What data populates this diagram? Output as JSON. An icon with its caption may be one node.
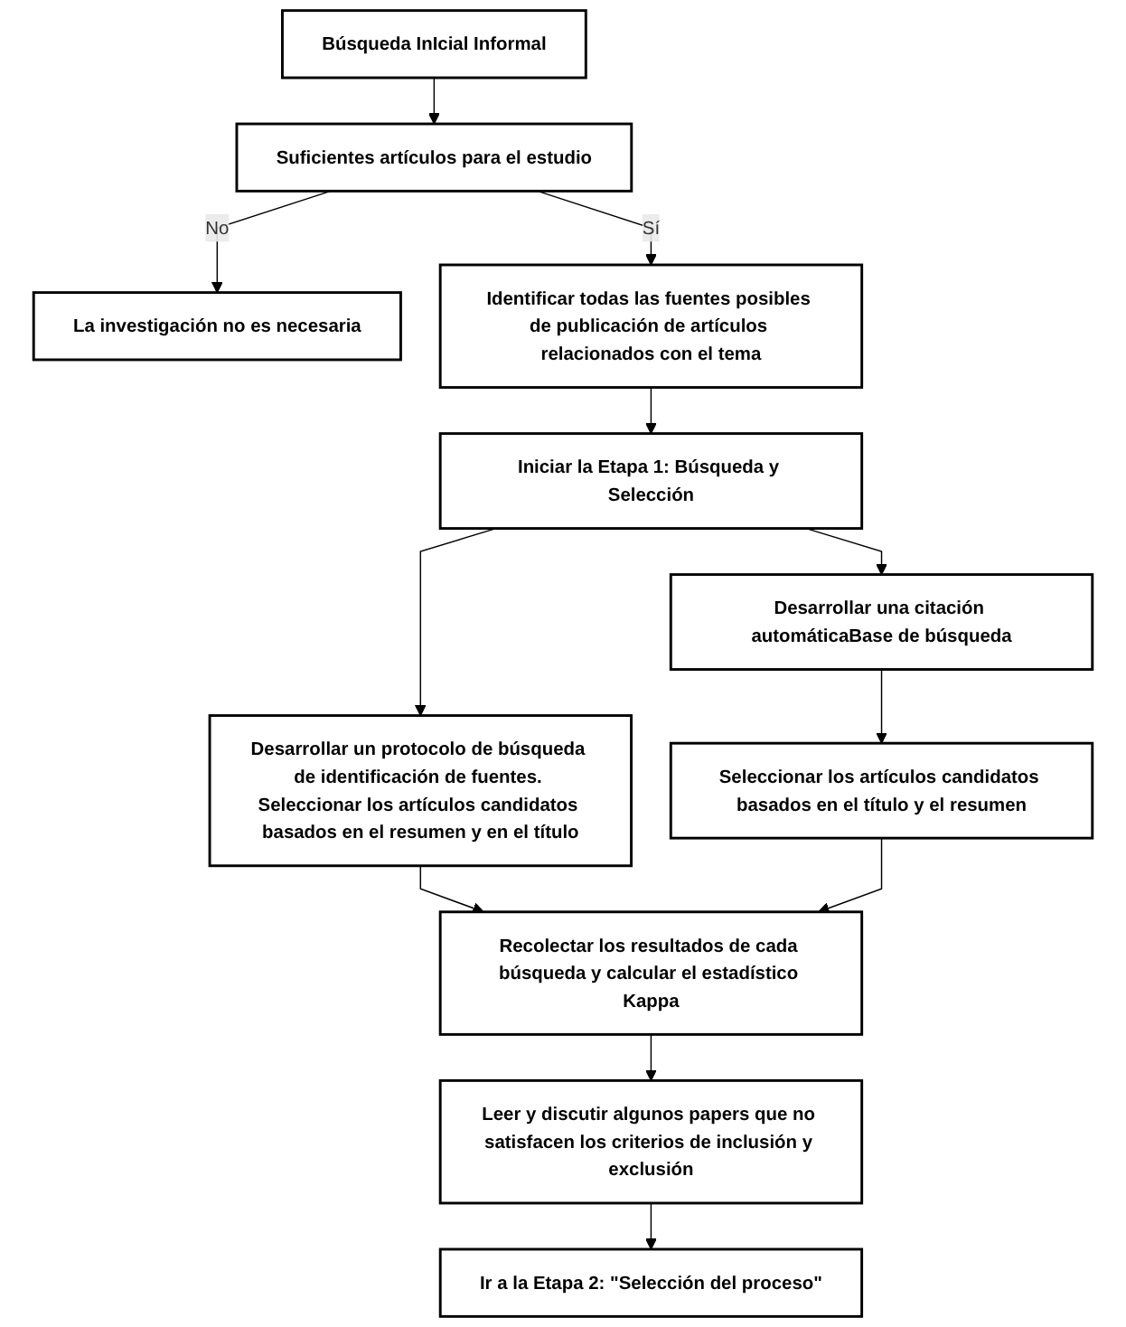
{
  "diagram": {
    "nodes": [
      {
        "text": [
          "Búsqueda InIcial Informal"
        ]
      },
      {
        "text": [
          "Suficientes artículos para el estudio"
        ]
      },
      {
        "text": [
          "La investigación no es necesaria"
        ]
      },
      {
        "text": [
          "Identificar todas las fuentes posibles de publicación de artículos relacionados con el tema"
        ]
      },
      {
        "text": [
          "Iniciar la Etapa 1: Búsqueda y Selección"
        ]
      },
      {
        "text": [
          "Desarrollar una citación automáticaBase de búsqueda"
        ]
      },
      {
        "text": [
          "Desarrollar un protocolo de búsqueda de identificación de fuentes. Seleccionar los artículos candidatos basados en el resumen y en el título"
        ]
      },
      {
        "text": [
          "Seleccionar los artículos candidatos basados en el título y el resumen"
        ]
      },
      {
        "text": [
          "Recolectar los resultados de cada búsqueda y calcular el estadístico Kappa"
        ]
      },
      {
        "text": [
          "Leer y discutir algunos papers que no satisfacen los criterios de inclusión y exclusión"
        ]
      },
      {
        "text": [
          "Ir a la Etapa 2: \"Selección del proceso\""
        ]
      }
    ],
    "edges": [
      {
        "from": 0,
        "to": 1,
        "arrow": "to"
      },
      {
        "from": 1,
        "to": 2,
        "label": "No",
        "arrow": "to"
      },
      {
        "from": 1,
        "to": 3,
        "label": "Sí",
        "arrow": "to"
      },
      {
        "from": 3,
        "to": 4,
        "arrow": "to"
      },
      {
        "from": 4,
        "to": 5,
        "arrow": "to"
      },
      {
        "from": 4,
        "to": 6,
        "arrow": "to"
      },
      {
        "from": 5,
        "to": 7,
        "arrow": "to"
      },
      {
        "from": 6,
        "to": 8,
        "arrow": "to"
      },
      {
        "from": 7,
        "to": 8,
        "arrow": "to"
      },
      {
        "from": 8,
        "to": 9,
        "arrow": "to"
      },
      {
        "from": 9,
        "to": 10,
        "arrow": "to"
      }
    ]
  }
}
